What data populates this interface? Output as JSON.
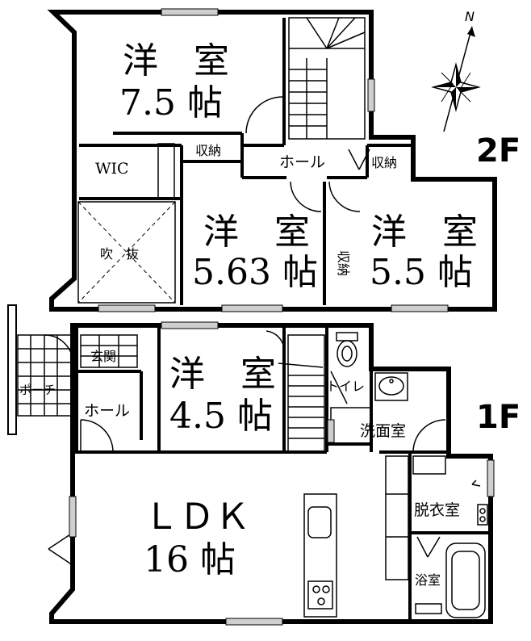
{
  "floors": {
    "second": {
      "label": "2F",
      "rooms": {
        "western_1": {
          "name": "洋　室",
          "size": "7.5 帖"
        },
        "walk_in": {
          "name": "WIC"
        },
        "atrium": {
          "name": "吹　抜"
        },
        "western_2": {
          "name": "洋　室",
          "size": "5.63 帖"
        },
        "western_3": {
          "name": "洋　室",
          "size": "5.5 帖"
        },
        "storage_a": {
          "name": "収納"
        },
        "storage_b": {
          "name": "収納"
        },
        "storage_c": {
          "name": "収納"
        },
        "hall": {
          "name": "ホール"
        }
      }
    },
    "first": {
      "label": "1F",
      "rooms": {
        "porch": {
          "name": "ポーチ"
        },
        "entrance": {
          "name": "玄関"
        },
        "hall": {
          "name": "ホール"
        },
        "western": {
          "name": "洋　室",
          "size": "4.5 帖"
        },
        "toilet": {
          "name": "トイレ"
        },
        "washroom": {
          "name": "洗面室"
        },
        "dressing": {
          "name": "脱衣室"
        },
        "bath": {
          "name": "浴室"
        },
        "ldk": {
          "name": "ＬＤＫ",
          "size": "16 帖"
        }
      }
    }
  },
  "compass": {
    "north": "N"
  }
}
